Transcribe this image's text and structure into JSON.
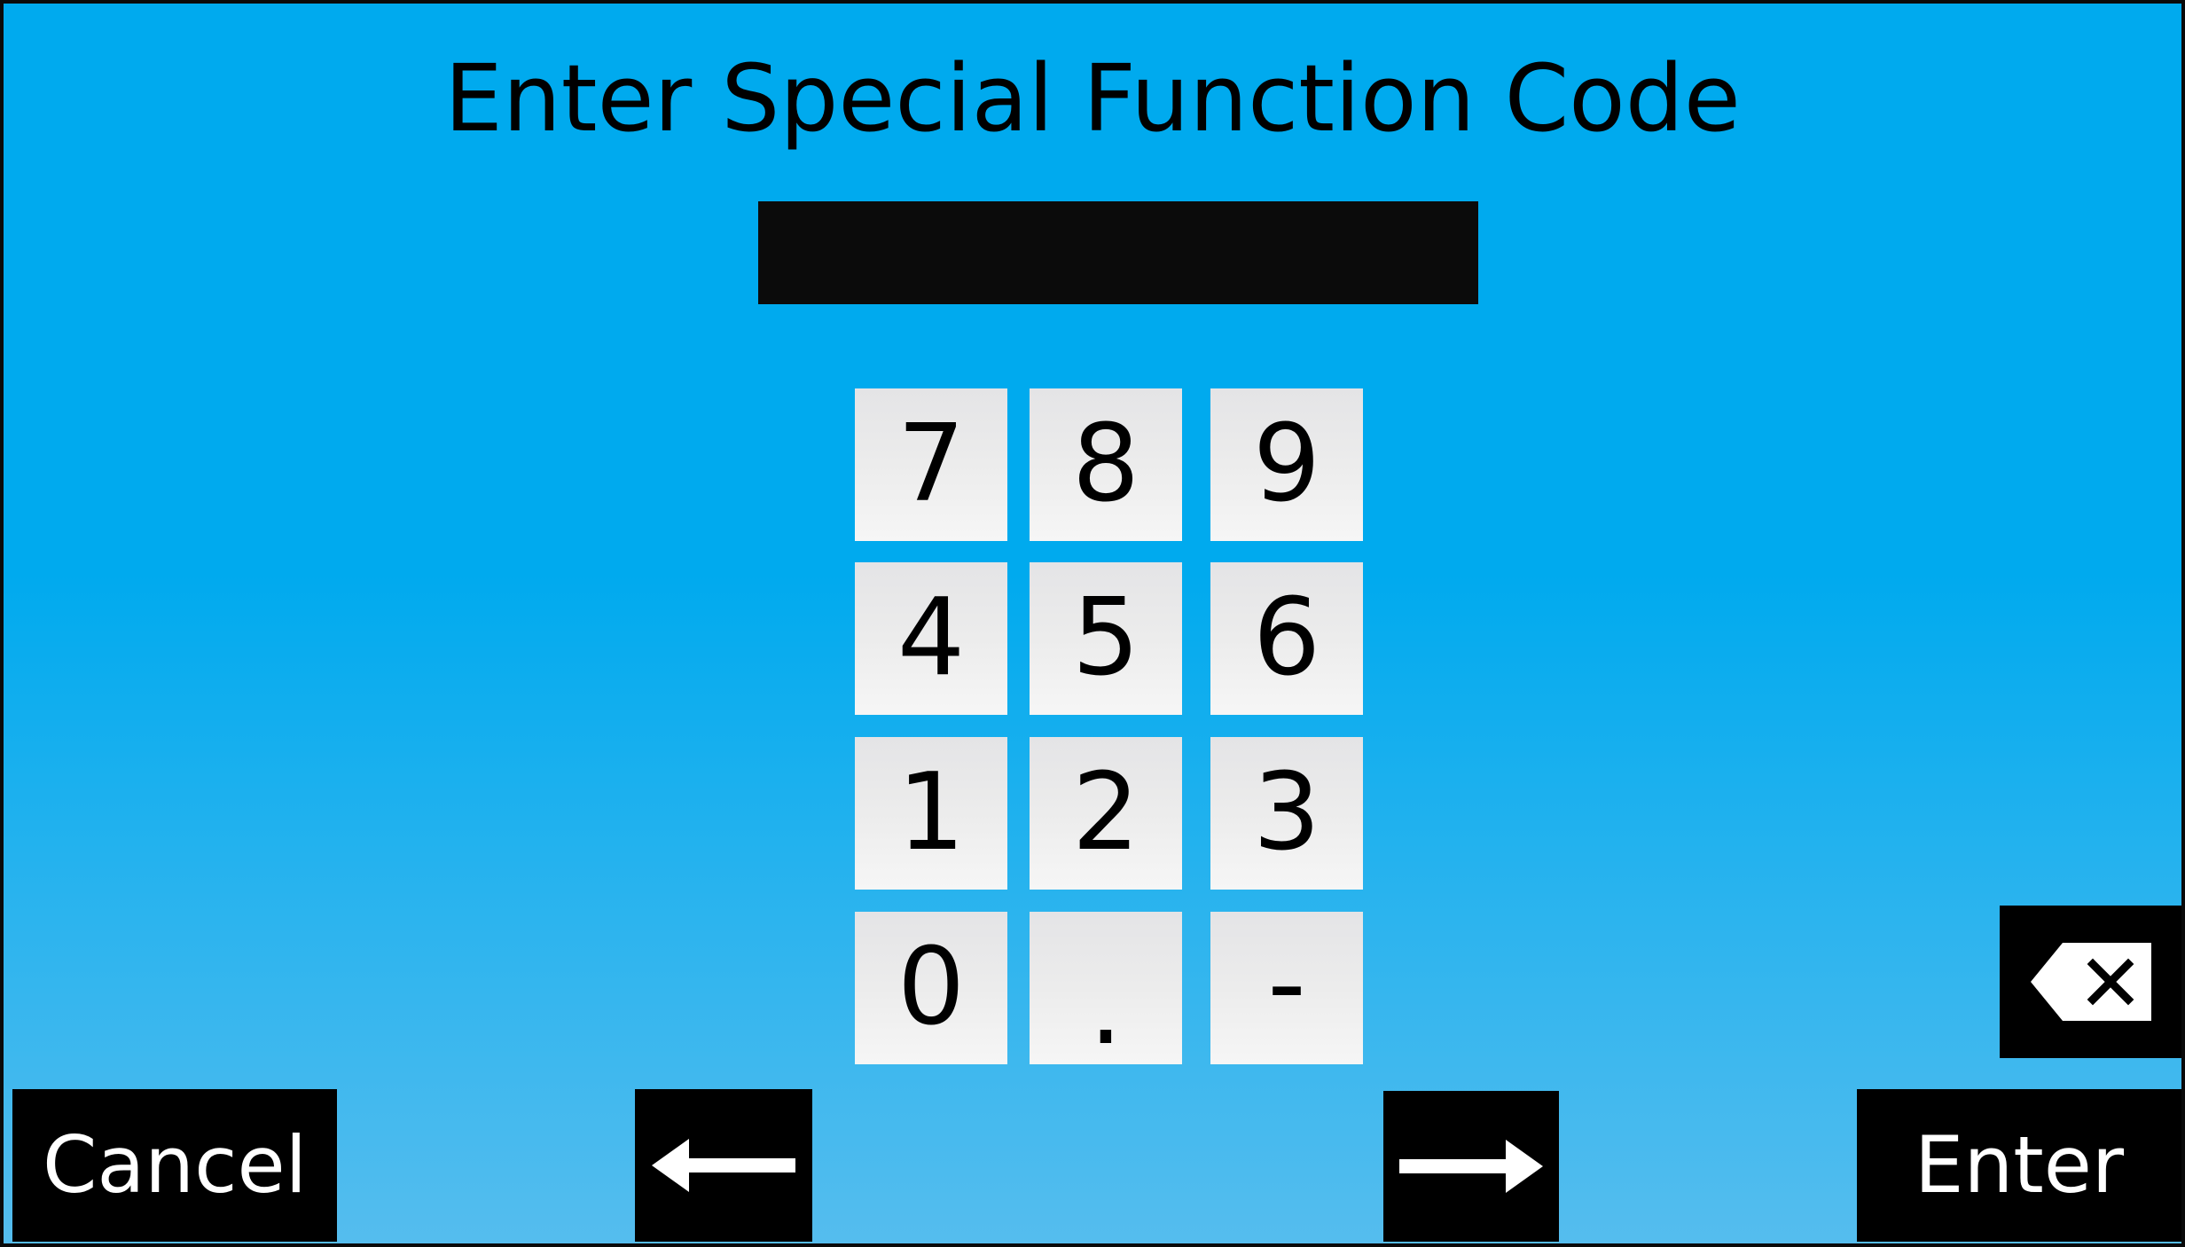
{
  "title": "Enter Special Function Code",
  "code_display": {
    "value": ""
  },
  "keypad": {
    "keys": [
      "7",
      "8",
      "9",
      "4",
      "5",
      "6",
      "1",
      "2",
      "3",
      "0",
      ".",
      "-"
    ]
  },
  "buttons": {
    "cancel_label": "Cancel",
    "enter_label": "Enter"
  },
  "icons": {
    "left_arrow": "arrow-left-icon",
    "right_arrow": "arrow-right-icon",
    "backspace": "backspace-icon"
  },
  "colors": {
    "background_top": "#00aaee",
    "background_bottom": "#55bdee",
    "display_background": "#0b0b0b",
    "key_background": "#ececec",
    "button_background": "#000000",
    "button_text": "#ffffff"
  }
}
